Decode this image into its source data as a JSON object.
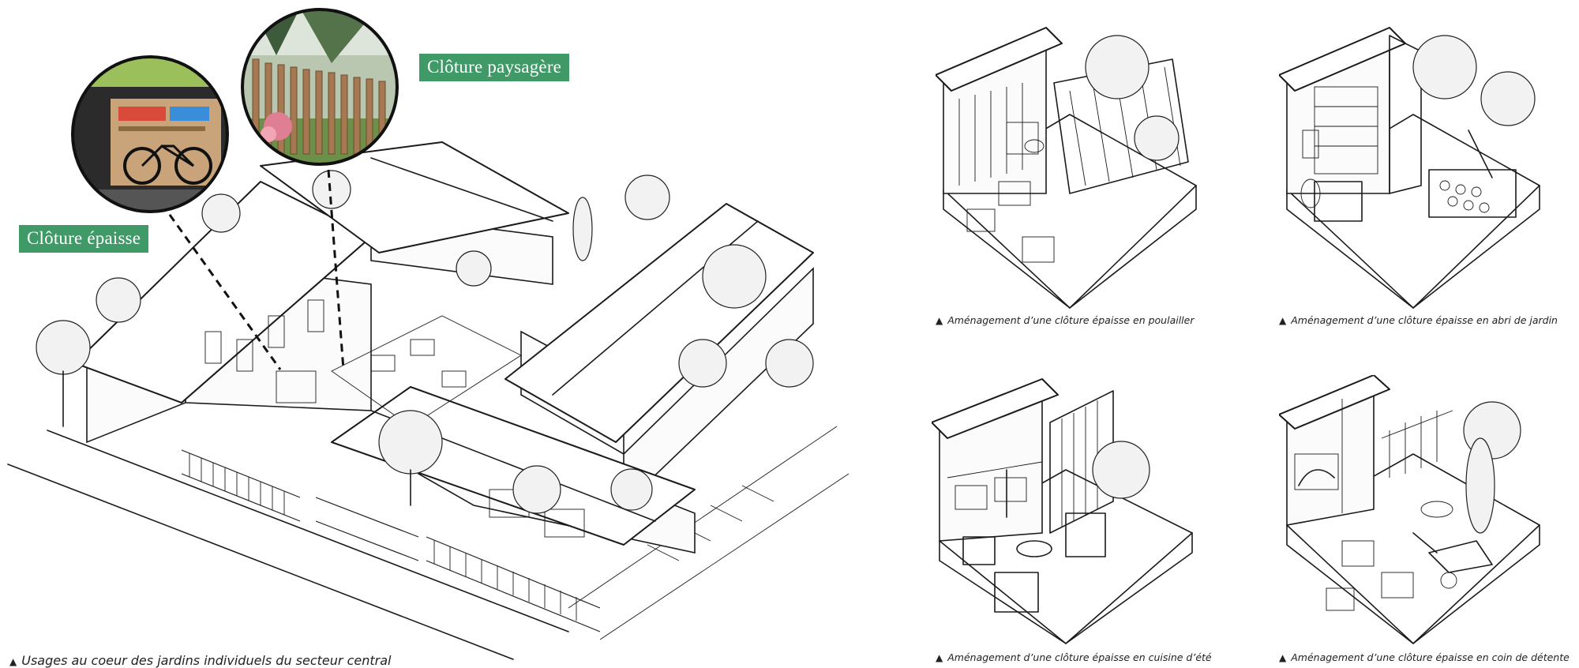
{
  "main_illustration": {
    "caption": "Usages au coeur des jardins individuels du secteur central",
    "tags": {
      "thick_fence": "Clôture épaisse",
      "landscape_fence": "Clôture paysagère"
    },
    "inset_photos": [
      {
        "name": "garden-shed-with-bicycle-photo"
      },
      {
        "name": "chestnut-picket-fence-photo"
      }
    ]
  },
  "vignettes": [
    {
      "caption": "Aménagement d’une clôture épaisse en poulailler"
    },
    {
      "caption": "Aménagement d’une clôture épaisse en abri de jardin"
    },
    {
      "caption": "Aménagement d’une clôture épaisse en cuisine d’été"
    },
    {
      "caption": "Aménagement d’une clôture épaisse en coin de détente"
    }
  ],
  "colors": {
    "tag_background": "#3f9a67",
    "tag_text": "#ffffff",
    "ink": "#1b1b1b"
  },
  "icons": {
    "caption_marker": "triangle-up-icon"
  }
}
